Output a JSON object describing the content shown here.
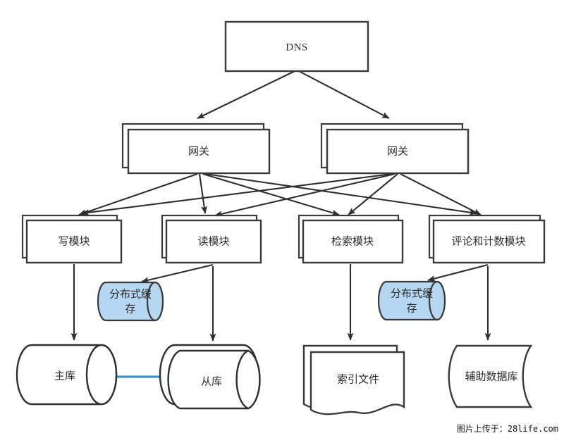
{
  "diagram": {
    "title": "DNS",
    "background_color": "#ffffff",
    "stroke_color": "#2e2e2e",
    "cache_fill_color": "#b5d7f2",
    "replication_arrow_color": "#2f97e0",
    "nodes": {
      "dns": {
        "label": "DNS",
        "shape": "rectangle"
      },
      "gateway_left": {
        "label": "网关",
        "shape": "stacked-rectangle"
      },
      "gateway_right": {
        "label": "网关",
        "shape": "stacked-rectangle"
      },
      "write_module": {
        "label": "写模块",
        "shape": "stacked-rectangle"
      },
      "read_module": {
        "label": "读模块",
        "shape": "stacked-rectangle"
      },
      "search_module": {
        "label": "检索模块",
        "shape": "stacked-rectangle"
      },
      "comment_count_module": {
        "label": "评论和计数模块",
        "shape": "stacked-rectangle"
      },
      "cache_left": {
        "label_line1": "分布式缓",
        "label_line2": "存",
        "shape": "cylinder"
      },
      "cache_right": {
        "label_line1": "分布式缓",
        "label_line2": "存",
        "shape": "cylinder"
      },
      "master_db": {
        "label": "主库",
        "shape": "cylinder"
      },
      "slave_db": {
        "label": "从库",
        "shape": "stacked-cylinder"
      },
      "index_file": {
        "label": "索引文件",
        "shape": "stacked-document"
      },
      "aux_db": {
        "label": "辅助数据库",
        "shape": "stored-data"
      }
    },
    "edges": [
      {
        "from": "dns",
        "to": "gateway_left"
      },
      {
        "from": "dns",
        "to": "gateway_right"
      },
      {
        "from": "gateway_left",
        "to": "write_module"
      },
      {
        "from": "gateway_left",
        "to": "read_module"
      },
      {
        "from": "gateway_left",
        "to": "search_module"
      },
      {
        "from": "gateway_left",
        "to": "comment_count_module"
      },
      {
        "from": "gateway_right",
        "to": "write_module"
      },
      {
        "from": "gateway_right",
        "to": "read_module"
      },
      {
        "from": "gateway_right",
        "to": "search_module"
      },
      {
        "from": "gateway_right",
        "to": "comment_count_module"
      },
      {
        "from": "read_module",
        "to": "cache_left"
      },
      {
        "from": "comment_count_module",
        "to": "cache_right"
      },
      {
        "from": "write_module",
        "to": "master_db"
      },
      {
        "from": "read_module",
        "to": "slave_db"
      },
      {
        "from": "search_module",
        "to": "index_file"
      },
      {
        "from": "comment_count_module",
        "to": "aux_db"
      },
      {
        "from": "master_db",
        "to": "slave_db",
        "style": "blue-replication"
      }
    ]
  },
  "watermark": {
    "text": "图片上传于：28life.com"
  }
}
